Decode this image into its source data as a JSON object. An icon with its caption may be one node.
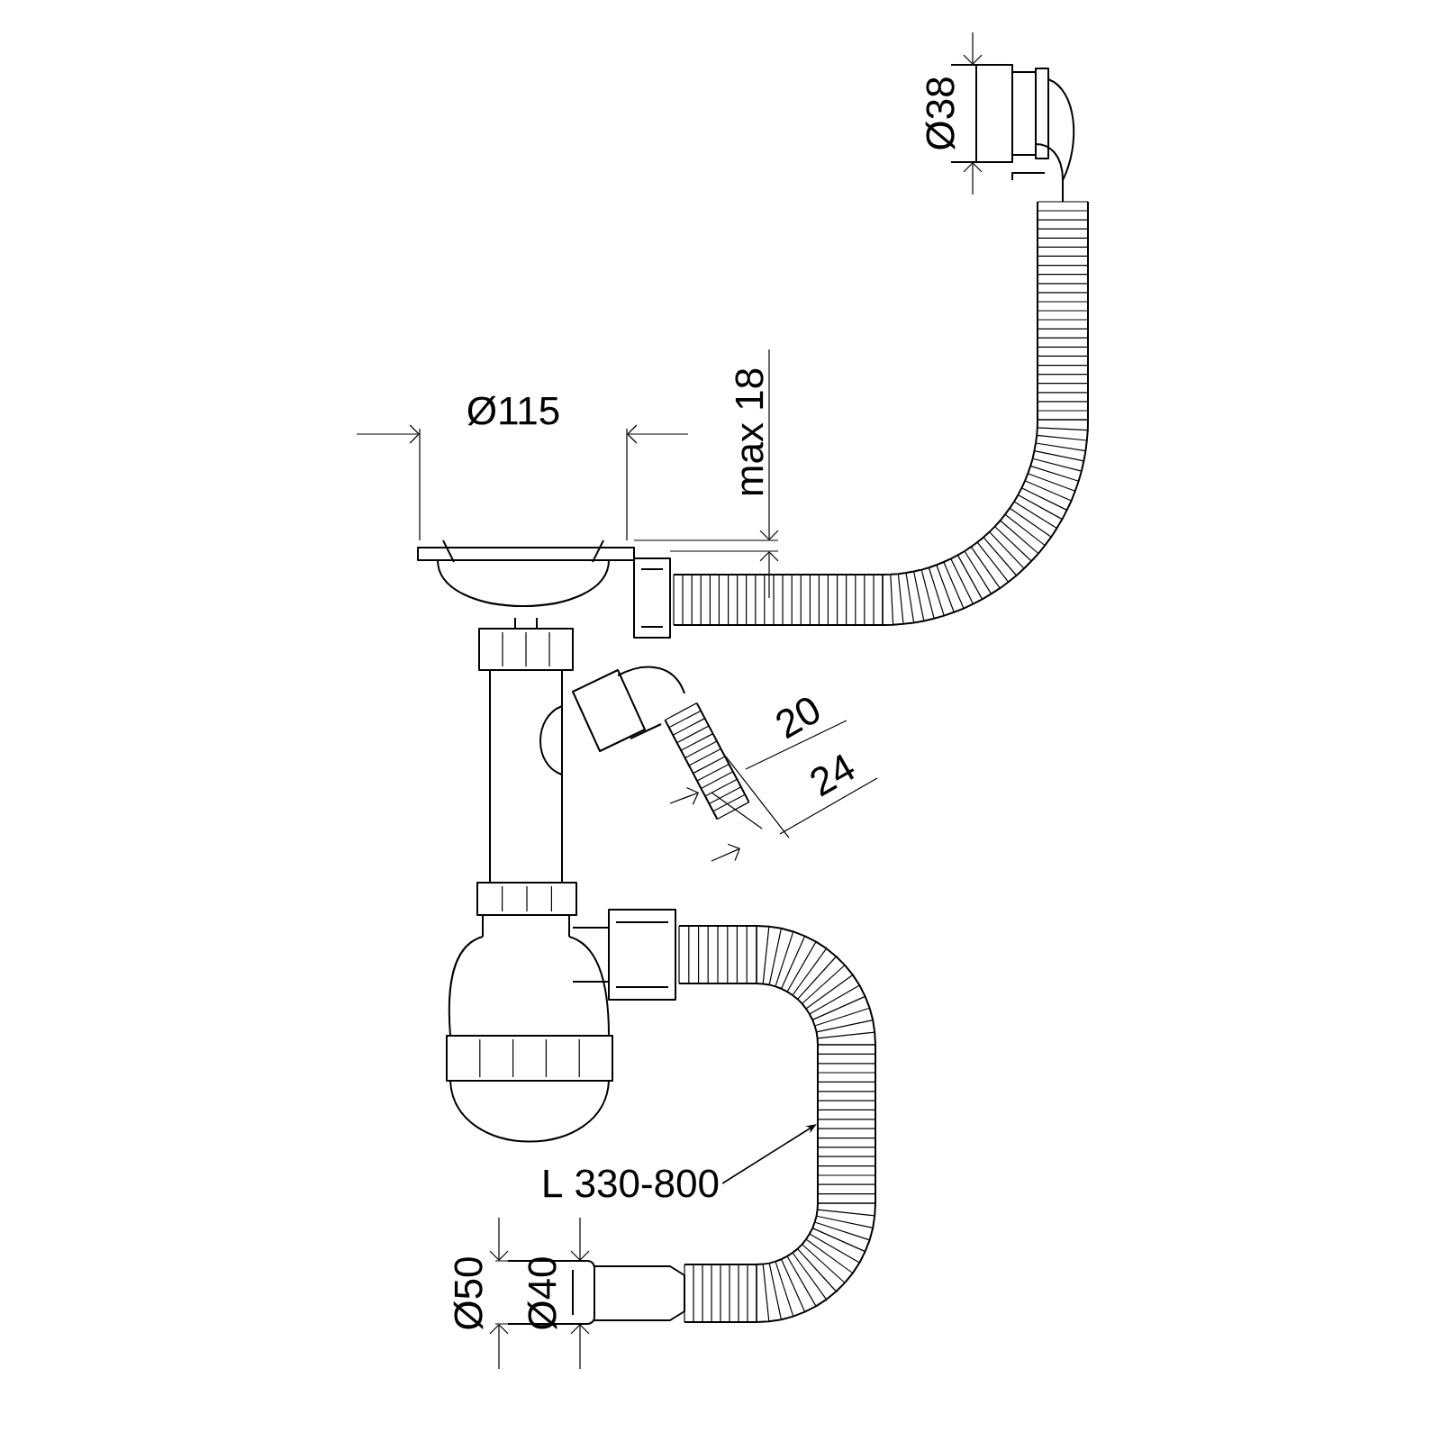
{
  "diagram": {
    "nodes": [
      {
        "text": [
          "L 330-800"
        ]
      },
      {
        "text": [],
        "shape": "picture"
      }
    ],
    "edges": [
      {
        "from": 0,
        "to": 1,
        "arrow": "to"
      }
    ],
    "labels": [
      "Ø38",
      "Ø115",
      "max 18",
      "20",
      "24",
      "Ø50",
      "Ø40"
    ]
  }
}
